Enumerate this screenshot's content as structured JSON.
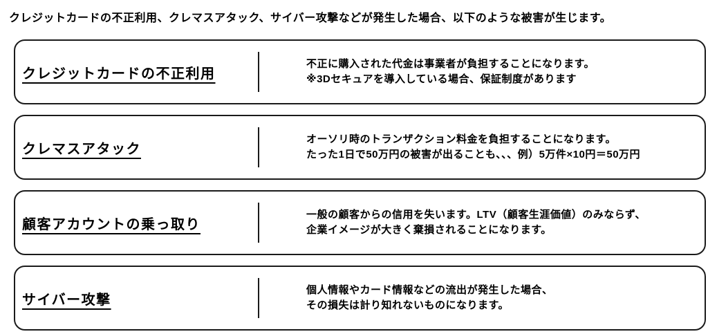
{
  "header": {
    "text": "クレジットカードの不正利用、クレマスアタック、サイバー攻撃などが発生した場合、以下のような被害が生じます。"
  },
  "rows": [
    {
      "title": "クレジットカードの不正利用",
      "desc_line1": "不正に購入された代金は事業者が負担することになります。",
      "desc_line2": "※3Dセキュアを導入している場合、保証制度があります"
    },
    {
      "title": "クレマスアタック",
      "desc_line1": "オーソリ時のトランザクション料金を負担することになります。",
      "desc_line2": "たった1日で50万円の被害が出ることも、、、例）5万件×10円＝50万円"
    },
    {
      "title": "顧客アカウントの乗っ取り",
      "desc_line1": "一般の顧客からの信用を失います。LTV（顧客生涯価値）のみならず、",
      "desc_line2": "企業イメージが大きく棄損されることになります。"
    },
    {
      "title": "サイバー攻撃",
      "desc_line1": "個人情報やカード情報などの流出が発生した場合、",
      "desc_line2": "その損失は計り知れないものになります。"
    }
  ],
  "colors": {
    "border": "#1a1a1a",
    "text": "#000000",
    "background": "#ffffff"
  }
}
